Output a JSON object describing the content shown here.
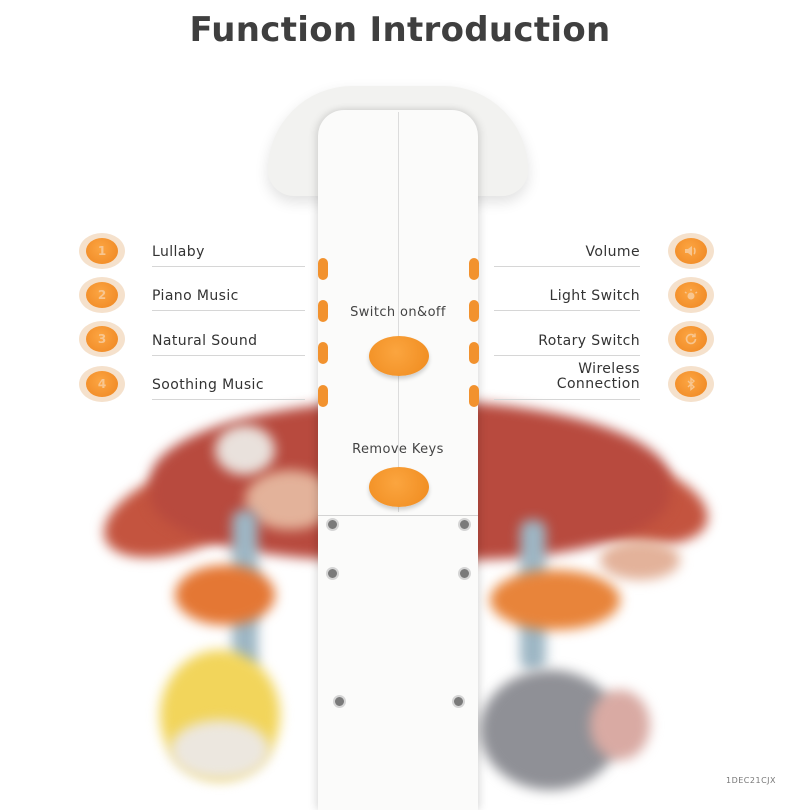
{
  "title": "Function Introduction",
  "device": {
    "switch_label": "Switch on&off",
    "remove_label": "Remove Keys"
  },
  "left_features": [
    {
      "number": "1",
      "label": "Lullaby"
    },
    {
      "number": "2",
      "label": "Piano Music"
    },
    {
      "number": "3",
      "label": "Natural Sound"
    },
    {
      "number": "4",
      "label": "Soothing Music"
    }
  ],
  "right_features": [
    {
      "icon": "volume-icon",
      "label": "Volume"
    },
    {
      "icon": "light-icon",
      "label": "Light Switch"
    },
    {
      "icon": "rotate-icon",
      "label": "Rotary Switch"
    },
    {
      "icon": "bluetooth-icon",
      "label_line1": "Wireless",
      "label_line2": "Connection"
    }
  ],
  "watermark": "1DEC21CJX",
  "colors": {
    "accent_orange": "#f39324",
    "title_gray": "#3f3f3f"
  }
}
